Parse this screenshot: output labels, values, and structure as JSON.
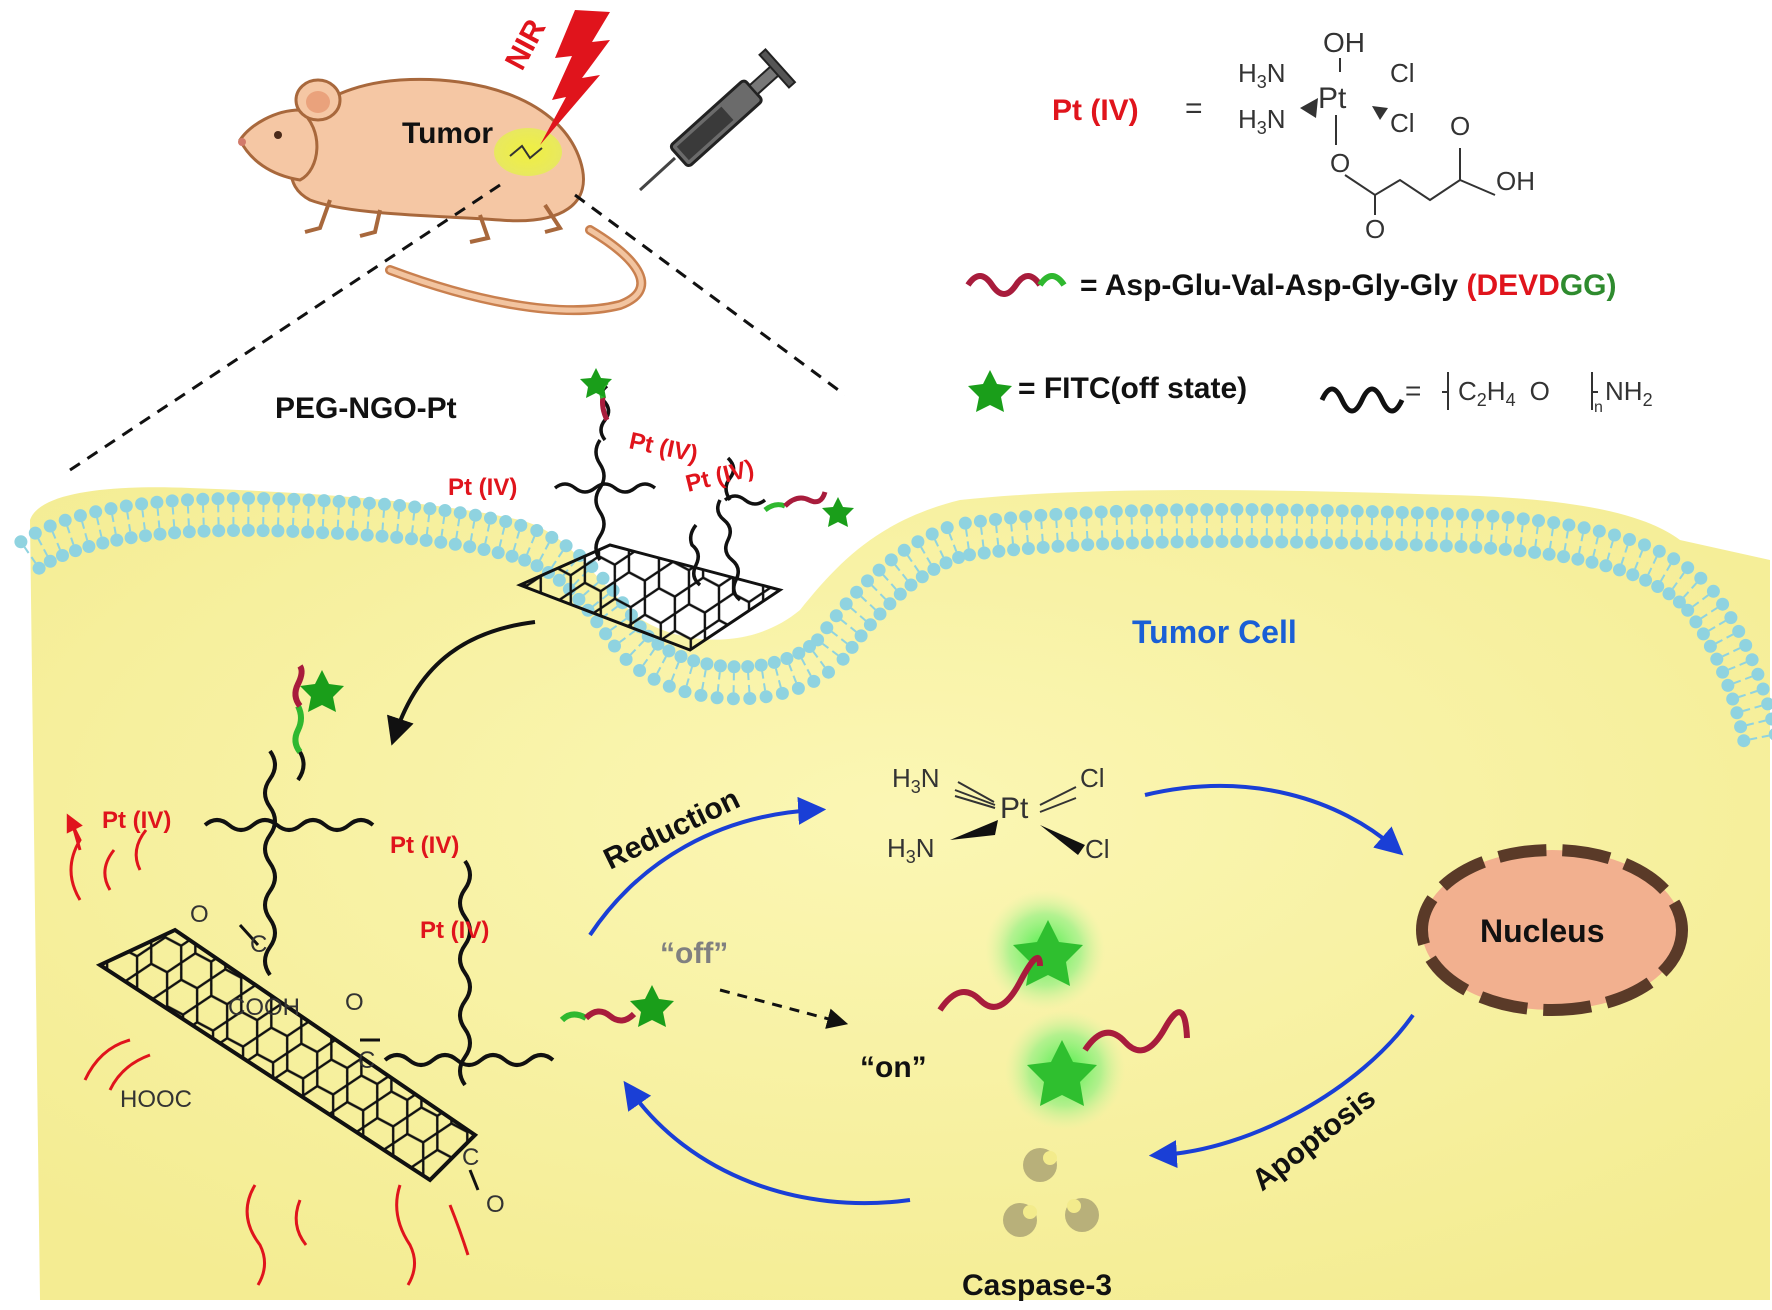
{
  "title_labels": {
    "nir": "NIR",
    "tumor": "Tumor",
    "peg_ngo_pt": "PEG-NGO-Pt",
    "tumor_cell": "Tumor Cell",
    "reduction": "Reduction",
    "nucleus": "Nucleus",
    "apoptosis": "Apoptosis",
    "caspase": "Caspase-3",
    "off": "“off”",
    "on": "“on”",
    "pt_iv": "Pt (IV)"
  },
  "legend": {
    "pt_iv_label": "Pt (IV)",
    "equals": "=",
    "peptide_eq": "= Asp-Glu-Val-Asp-Gly-Gly",
    "peptide_open": "(",
    "peptide_red": "DEVD",
    "peptide_green": "GG",
    "peptide_close": ")",
    "fitc": "= FITC(off state)",
    "peg_eq": "=",
    "peg_c2h4": "C",
    "peg_sub2": "2",
    "peg_h": "H",
    "peg_sub4": "4",
    "peg_o": "O",
    "peg_n": "n",
    "peg_nh": "NH",
    "peg_sub2b": "2"
  },
  "chem": {
    "oh": "OH",
    "h3n": "H",
    "three": "3",
    "n": "N",
    "pt": "Pt",
    "cl": "Cl",
    "o": "O",
    "c": "C",
    "cooh": "COOH",
    "hooc": "HOOC"
  },
  "colors": {
    "red": "#e0141c",
    "green": "#2e8b2e",
    "blue": "#1a3fd6",
    "cell": "#f8f3a0",
    "membrane": "#8fd3e0",
    "nucleus": "#f2b08f"
  }
}
